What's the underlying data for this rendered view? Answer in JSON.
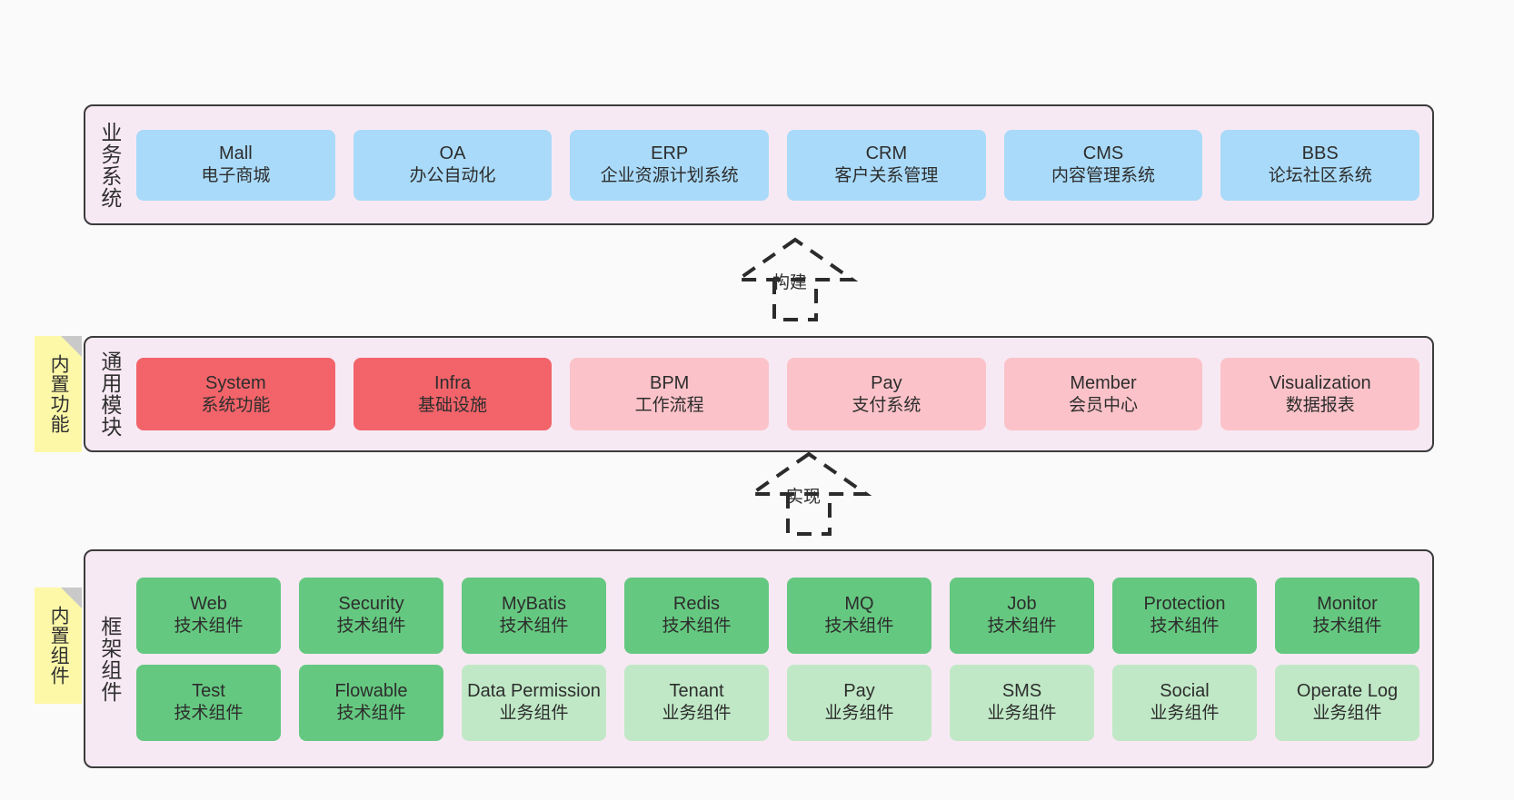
{
  "diagram": {
    "background_color": "#fafafa",
    "layer_fill": "#f7e9f3",
    "layer_border": "#3b3b3b",
    "note_fill": "#fcf8a8"
  },
  "layers": [
    {
      "id": "business",
      "title": "业务系统",
      "card_color": "#a9daf9",
      "rows": [
        [
          {
            "en": "Mall",
            "cn": "电子商城",
            "color": "#a9daf9"
          },
          {
            "en": "OA",
            "cn": "办公自动化",
            "color": "#a9daf9"
          },
          {
            "en": "ERP",
            "cn": "企业资源计划系统",
            "color": "#a9daf9"
          },
          {
            "en": "CRM",
            "cn": "客户关系管理",
            "color": "#a9daf9"
          },
          {
            "en": "CMS",
            "cn": "内容管理系统",
            "color": "#a9daf9"
          },
          {
            "en": "BBS",
            "cn": "论坛社区系统",
            "color": "#a9daf9"
          }
        ]
      ]
    },
    {
      "id": "common",
      "title": "通用模块",
      "note": "内置功能",
      "rows": [
        [
          {
            "en": "System",
            "cn": "系统功能",
            "color": "#f2646a"
          },
          {
            "en": "Infra",
            "cn": "基础设施",
            "color": "#f2646a"
          },
          {
            "en": "BPM",
            "cn": "工作流程",
            "color": "#fbc3c9"
          },
          {
            "en": "Pay",
            "cn": "支付系统",
            "color": "#fbc3c9"
          },
          {
            "en": "Member",
            "cn": "会员中心",
            "color": "#fbc3c9"
          },
          {
            "en": "Visualization",
            "cn": "数据报表",
            "color": "#fbc3c9"
          }
        ]
      ]
    },
    {
      "id": "framework",
      "title": "框架组件",
      "note": "内置组件",
      "rows": [
        [
          {
            "en": "Web",
            "cn": "技术组件",
            "color": "#65c880"
          },
          {
            "en": "Security",
            "cn": "技术组件",
            "color": "#65c880"
          },
          {
            "en": "MyBatis",
            "cn": "技术组件",
            "color": "#65c880"
          },
          {
            "en": "Redis",
            "cn": "技术组件",
            "color": "#65c880"
          },
          {
            "en": "MQ",
            "cn": "技术组件",
            "color": "#65c880"
          },
          {
            "en": "Job",
            "cn": "技术组件",
            "color": "#65c880"
          },
          {
            "en": "Protection",
            "cn": "技术组件",
            "color": "#65c880"
          },
          {
            "en": "Monitor",
            "cn": "技术组件",
            "color": "#65c880"
          }
        ],
        [
          {
            "en": "Test",
            "cn": "技术组件",
            "color": "#65c880"
          },
          {
            "en": "Flowable",
            "cn": "技术组件",
            "color": "#65c880"
          },
          {
            "en": "Data Permission",
            "cn": "业务组件",
            "color": "#c0e8c6"
          },
          {
            "en": "Tenant",
            "cn": "业务组件",
            "color": "#c0e8c6"
          },
          {
            "en": "Pay",
            "cn": "业务组件",
            "color": "#c0e8c6"
          },
          {
            "en": "SMS",
            "cn": "业务组件",
            "color": "#c0e8c6"
          },
          {
            "en": "Social",
            "cn": "业务组件",
            "color": "#c0e8c6"
          },
          {
            "en": "Operate Log",
            "cn": "业务组件",
            "color": "#c0e8c6"
          }
        ]
      ]
    }
  ],
  "arrows": [
    {
      "id": "build",
      "label": "构建"
    },
    {
      "id": "impl",
      "label": "实现"
    }
  ]
}
